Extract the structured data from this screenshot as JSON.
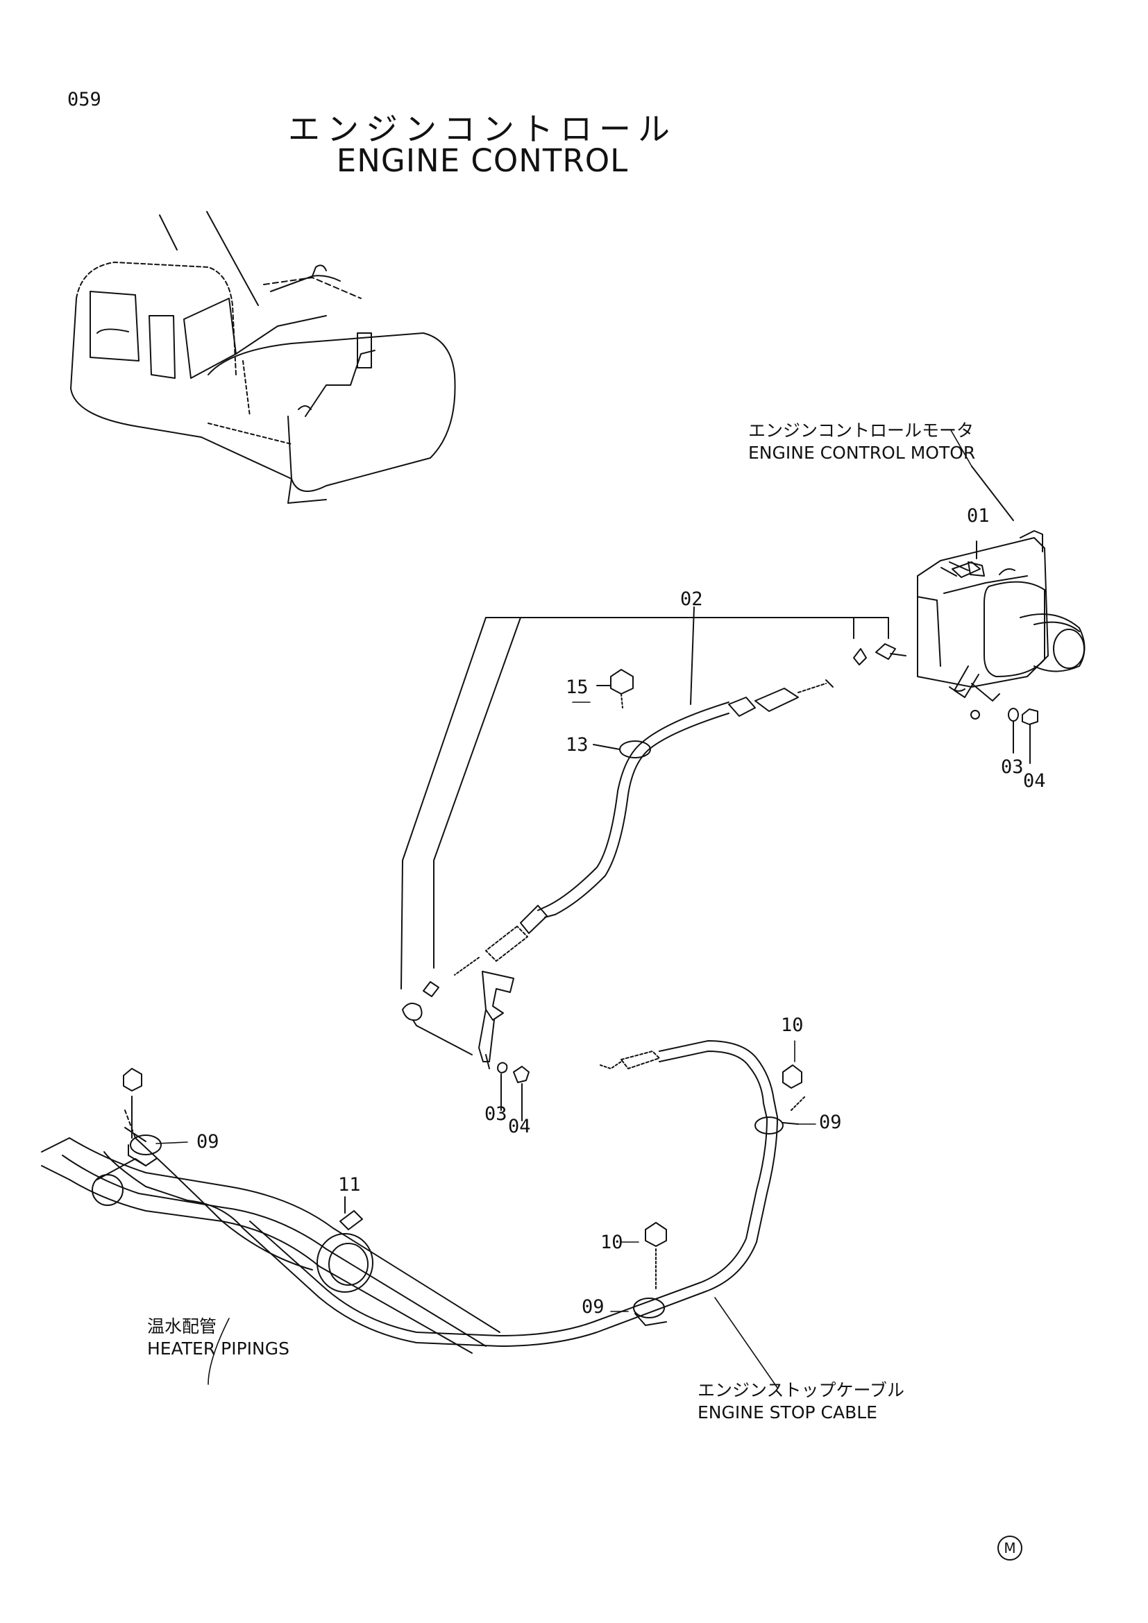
{
  "header": {
    "page_number": "059",
    "title_jp": "エンジンコントロール",
    "title_en": "ENGINE CONTROL"
  },
  "callouts": {
    "motor_jp": "エンジンコントロールモータ",
    "motor_en": "ENGINE CONTROL MOTOR",
    "heater_jp": "温水配管",
    "heater_en": "HEATER PIPINGS",
    "stop_cable_jp": "エンジンストップケーブル",
    "stop_cable_en": "ENGINE STOP CABLE"
  },
  "part_numbers": {
    "p01": "01",
    "p02": "02",
    "p03_upper": "03",
    "p04_upper": "04",
    "p15": "15",
    "p13": "13",
    "p03_lower": "03",
    "p04_lower": "04",
    "p10_upper": "10",
    "p09_right": "09",
    "p09_left": "09",
    "p11": "11",
    "p10_lower": "10",
    "p09_lower": "09"
  },
  "footer": {
    "mark": "M"
  }
}
